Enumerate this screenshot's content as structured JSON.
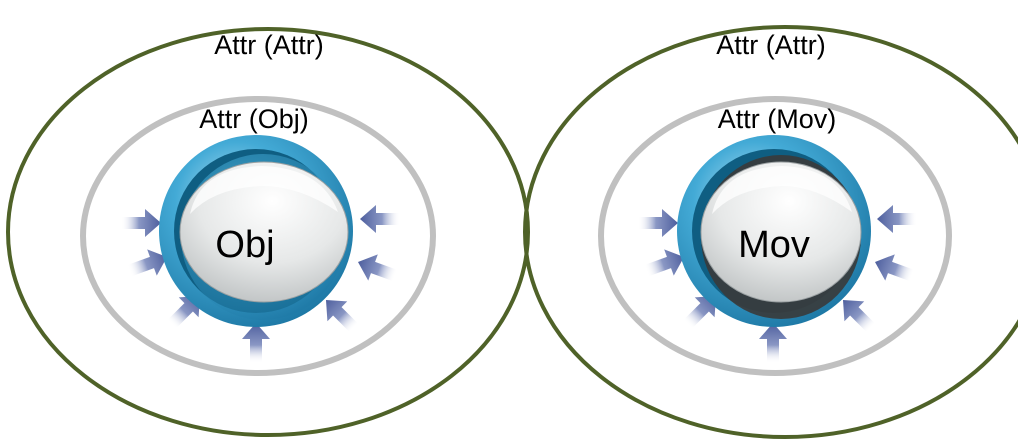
{
  "diagrams": [
    {
      "outer_label": "Attr (Attr)",
      "inner_label": "Attr (Obj)",
      "core_label": "Obj"
    },
    {
      "outer_label": "Attr (Attr)",
      "inner_label": "Attr (Mov)",
      "core_label": "Mov"
    }
  ],
  "colors": {
    "outer_ring": "#4f6228",
    "inner_ring": "#c0c0c0",
    "core_ring": "#2e96c4",
    "core_ring_dark": "#0f5e82",
    "core_face": "#e4e6e6",
    "arrow": "#5a6aa8",
    "text": "#000000"
  }
}
